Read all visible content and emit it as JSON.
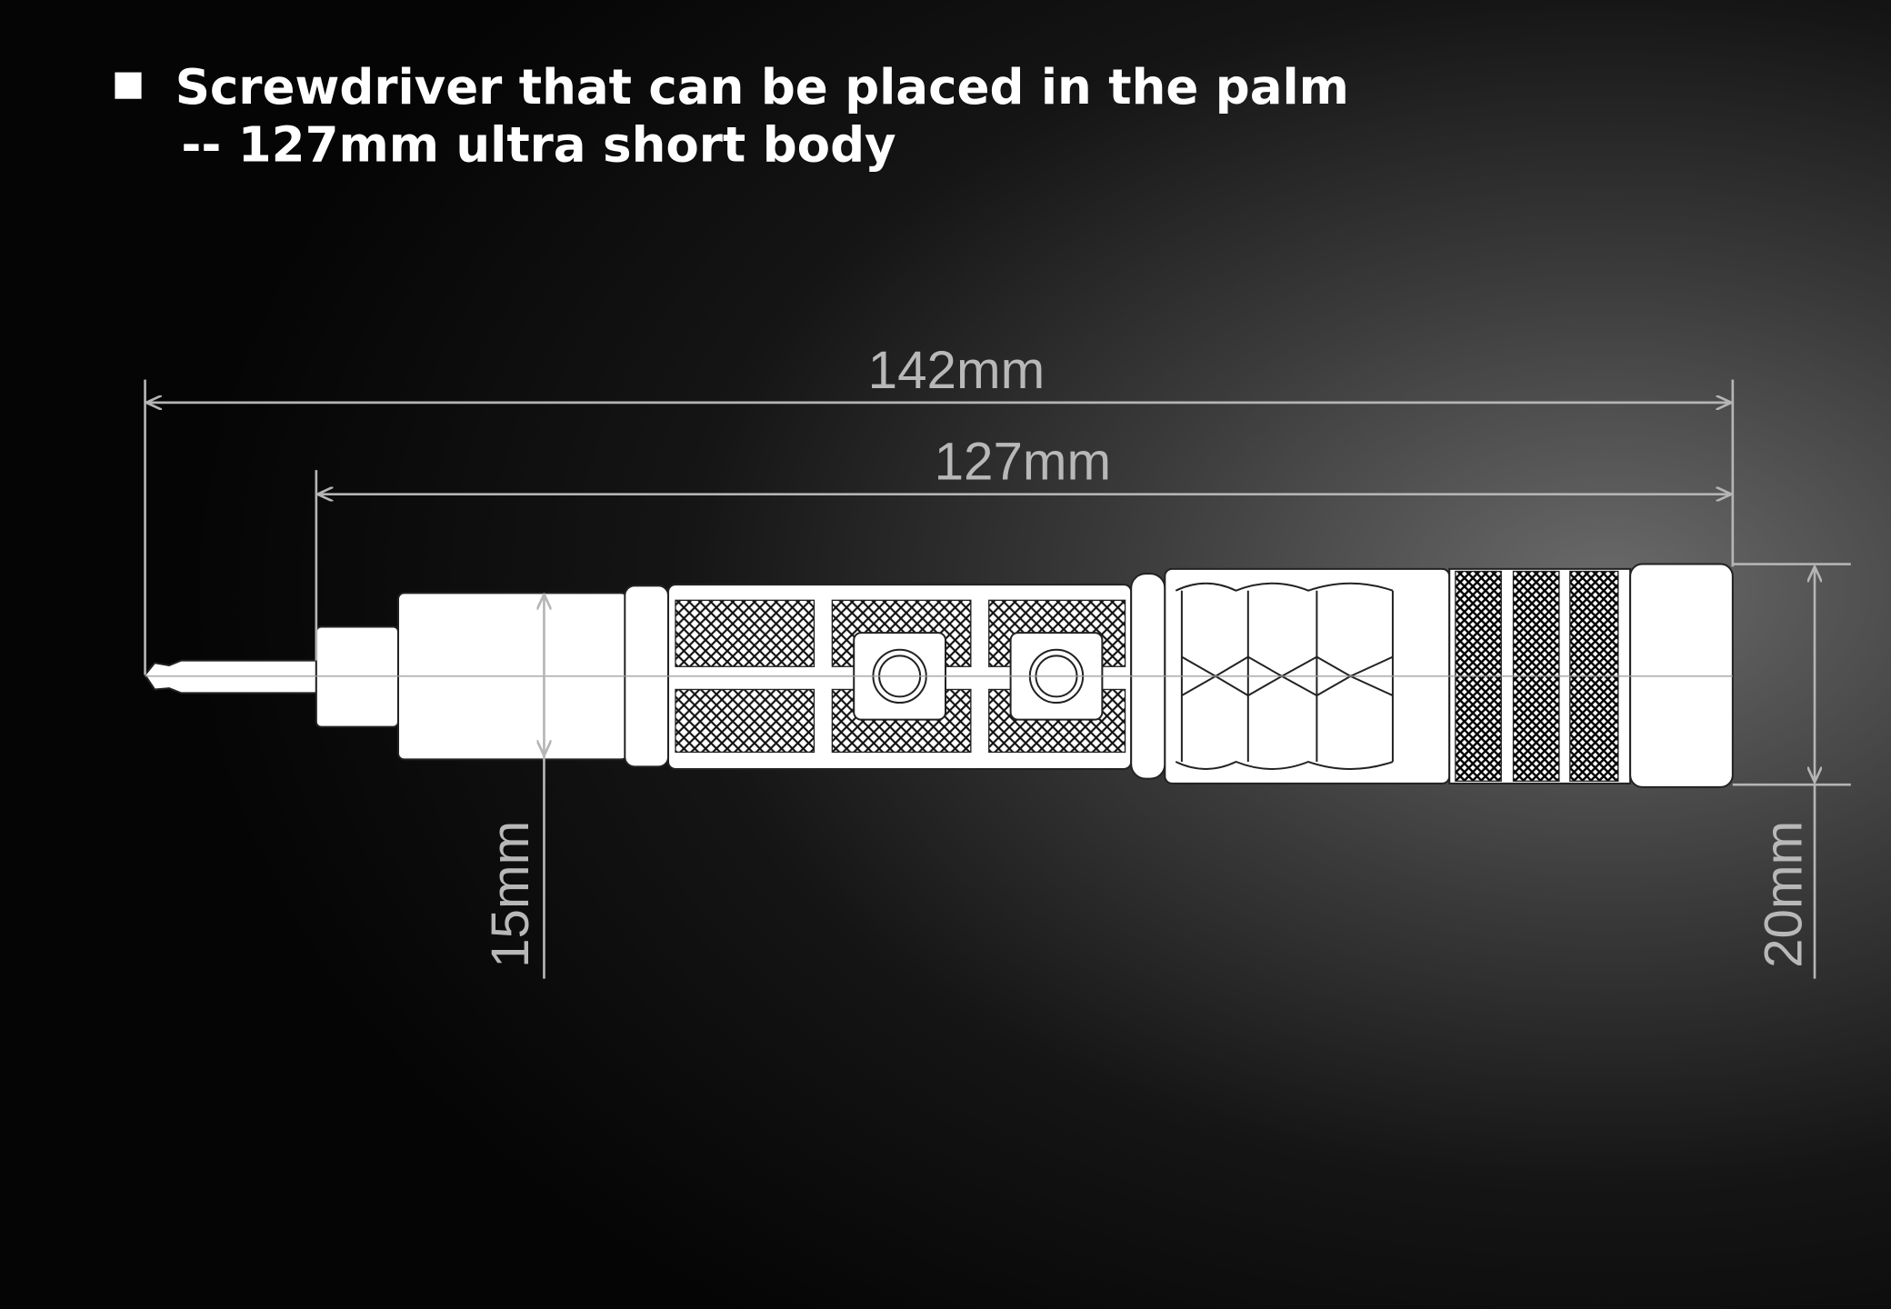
{
  "heading": {
    "bullet_icon": "square-bullet",
    "line1": "Screwdriver that can be placed in the palm",
    "line2": "-- 127mm ultra short body"
  },
  "dimensions": {
    "total_length": "142mm",
    "body_length": "127mm",
    "collar_diameter": "15mm",
    "handle_diameter": "20mm"
  },
  "colors": {
    "text": "#ffffff",
    "dimension": "#b8b8b8"
  }
}
